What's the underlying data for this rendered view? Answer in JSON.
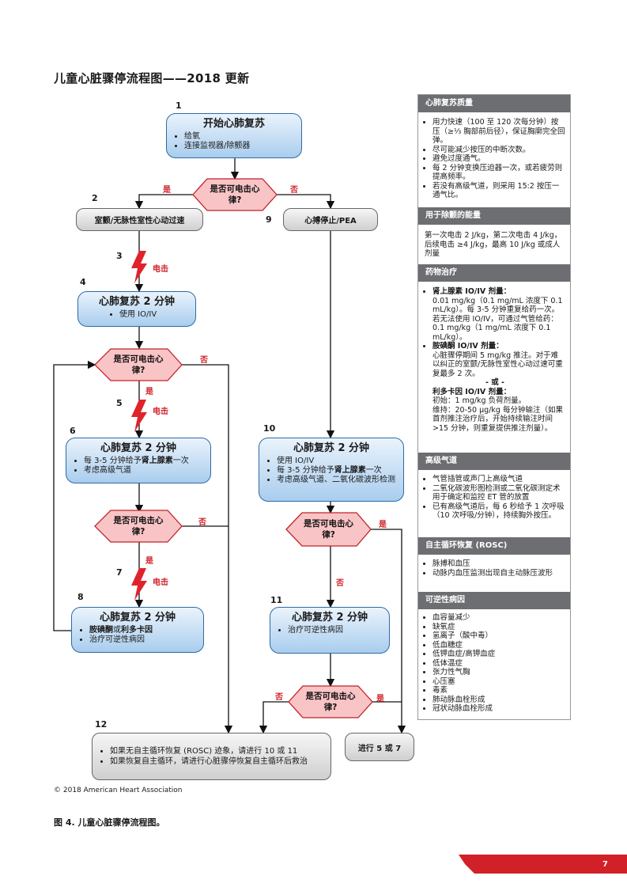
{
  "title": "儿童心脏骤停流程图——2018 更新",
  "steps": {
    "s1": "1",
    "s2": "2",
    "s3": "3",
    "s4": "4",
    "s5": "5",
    "s6": "6",
    "s7": "7",
    "s8": "8",
    "s9": "9",
    "s10": "10",
    "s11": "11",
    "s12": "12"
  },
  "box1": {
    "title": "开始心肺复苏",
    "items": [
      "给氧",
      "连接监视器/除颤器"
    ]
  },
  "decision_label": "是否可电击心律?",
  "decision_label_l1": "是否可电击心",
  "decision_label_l2": "律?",
  "yes": "是",
  "no": "否",
  "shock": "电击",
  "box2": "室颤/无脉性室性心动过速",
  "box9": "心搏停止/PEA",
  "box4": {
    "title": "心肺复苏 2 分钟",
    "items": [
      "使用 IO/IV"
    ]
  },
  "box6": {
    "title": "心肺复苏 2 分钟",
    "item1_a": "每 3-5 分钟给予",
    "item1_b": "肾上腺素",
    "item1_c": "一次",
    "item2": "考虑高级气道"
  },
  "box8": {
    "title": "心肺复苏 2 分钟",
    "item1_a": "胺碘酮",
    "item1_b": "或",
    "item1_c": "利多卡因",
    "item2": "治疗可逆性病因"
  },
  "box10": {
    "title": "心肺复苏 2 分钟",
    "item1": "使用 IO/IV",
    "item2_a": "每 3-5 分钟给予",
    "item2_b": "肾上腺素",
    "item2_c": "一次",
    "item3": "考虑高级气道、二氧化碳波形检测"
  },
  "box11": {
    "title": "心肺复苏 2 分钟",
    "items": [
      "治疗可逆性病因"
    ]
  },
  "box12": {
    "items": [
      "如果无自主循环恢复 (ROSC) 迹象，请进行 10 或 11",
      "如果恢复自主循环，请进行心脏骤停恢复自主循环后救治"
    ]
  },
  "go5or7": "进行 5 或 7",
  "sidebar": {
    "quality": {
      "header": "心肺复苏质量",
      "items": [
        "用力快速（100 至 120 次每分钟）按压（≥⅓ 胸部前后径），保证胸廓完全回弹。",
        "尽可能减少按压的中断次数。",
        "避免过度通气。",
        "每 2 分钟变换压迫器一次，或若疲劳则提高频率。",
        "若没有高级气道，则采用 15:2 按压一通气比。"
      ]
    },
    "energy": {
      "header": "用于除颤的能量",
      "text": "第一次电击 2 J/kg，第二次电击 4 J/kg，后续电击 ≥4 J/kg，最高 10 J/kg 或成人剂量"
    },
    "drugs": {
      "header": "药物治疗",
      "epi_title": "肾上腺素 IO/IV 剂量：",
      "epi_text": "0.01 mg/kg（0.1 mg/mL 浓度下 0.1 mL/kg）。每 3-5 分钟重复给药一次。若无法使用 IO/IV，可通过气管给药：0.1 mg/kg（1 mg/mL 浓度下 0.1 mL/kg）。",
      "amio_title": "胺碘酮 IO/IV 剂量：",
      "amio_text": "心脏骤停期间 5 mg/kg 推注。对于难以纠正的室颤/无脉性室性心动过速可重复最多 2 次。",
      "or": "- 或 -",
      "lido_title": "利多卡因 IO/IV 剂量：",
      "lido_text1": "初始：1 mg/kg 负荷剂量。",
      "lido_text2": "维持：20-50 μg/kg 每分钟输注（如果首剂推注治疗后，开始持续输注时间 >15 分钟，则重复提供推注剂量）。"
    },
    "airway": {
      "header": "高级气道",
      "items": [
        "气管插管或声门上高级气道",
        "二氧化碳波形图检测或二氧化碳测定术用于确定和监控 ET 管的放置",
        "已有高级气道后，每 6 秒给予 1 次呼吸（10 次呼吸/分钟），持续胸外按压。"
      ]
    },
    "rosc": {
      "header": "自主循环恢复 (ROSC)",
      "items": [
        "脉搏和血压",
        "动脉内血压监测出现自主动脉压波形"
      ]
    },
    "causes": {
      "header": "可逆性病因",
      "items": [
        "血容量减少",
        "缺氧症",
        "氢离子（酸中毒）",
        "低血糖症",
        "低钾血症/高钾血症",
        "低体温症",
        "张力性气胸",
        "心压塞",
        "毒素",
        "肺动脉血栓形成",
        "冠状动脉血栓形成"
      ]
    }
  },
  "copyright": "© 2018 American Heart Association",
  "caption": "图 4. 儿童心脏骤停流程图。",
  "page_number": "7",
  "colors": {
    "blue_box": "#a9cdee",
    "decision": "#f9c4c6",
    "accent_red": "#d12027",
    "sidebar_header": "#6d6e71"
  }
}
